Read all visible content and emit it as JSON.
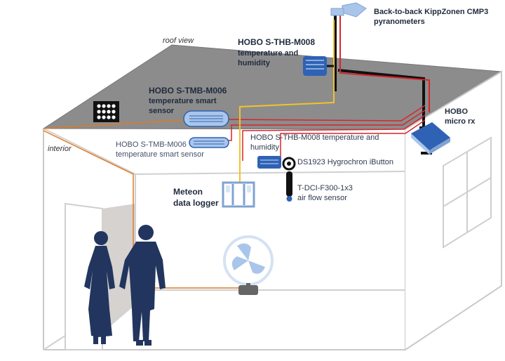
{
  "labels": {
    "pyranometers_l1": "Back-to-back KippZonen CMP3",
    "pyranometers_l2": "pyranometers",
    "roof_view": "roof view",
    "thb_roof_l1": "HOBO S-THB-M008",
    "thb_roof_l2": "temperature and",
    "thb_roof_l3": "humidity",
    "tmb_roof_l1": "HOBO S-TMB-M006",
    "tmb_roof_l2": "temperature smart",
    "tmb_roof_l3": "sensor",
    "hobo_rx_l1": "HOBO",
    "hobo_rx_l2": "micro rx",
    "interior": "interior",
    "tmb_int_l1": "HOBO S-TMB-M006",
    "tmb_int_l2": "temperature smart sensor",
    "thb_int_l1": "HOBO S-THB-M008 temperature and",
    "thb_int_l2": "humidity",
    "ibutton": "DS1923 Hygrochron iButton",
    "meteon_l1": "Meteon",
    "meteon_l2": "data logger",
    "airflow_l1": "T-DCI-F300-1x3",
    "airflow_l2": "air flow sensor"
  },
  "colors": {
    "roof": "#8c8c8c",
    "roof_edge": "#6e6e6e",
    "wall_line": "#c8c8c8",
    "sensor_blue": "#2f62b5",
    "sensor_light": "#a9c6ea",
    "cable_red": "#d7252b",
    "cable_black": "#111111",
    "cable_yellow": "#f2c12e",
    "cable_orange": "#e07a22",
    "people": "#22355e",
    "door": "#d6d2d0"
  }
}
